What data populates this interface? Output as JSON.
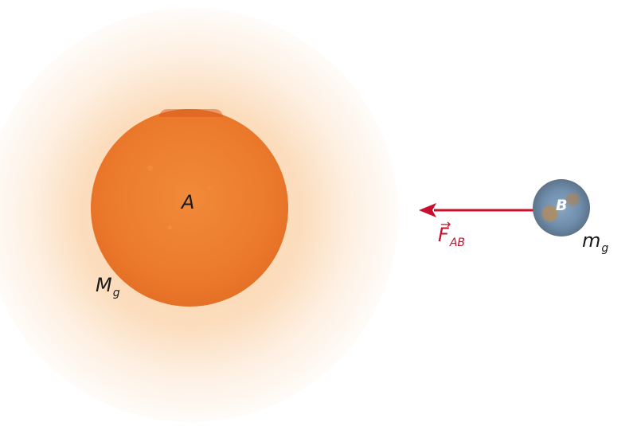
{
  "diagram": {
    "body_A": {
      "label": "A",
      "mass_label": "M",
      "mass_subscript": "g"
    },
    "body_B": {
      "label": "B",
      "mass_label": "m",
      "mass_subscript": "g"
    },
    "force": {
      "symbol": "F",
      "vector_mark": "→",
      "subscript": "AB",
      "color": "#c8102e"
    }
  }
}
